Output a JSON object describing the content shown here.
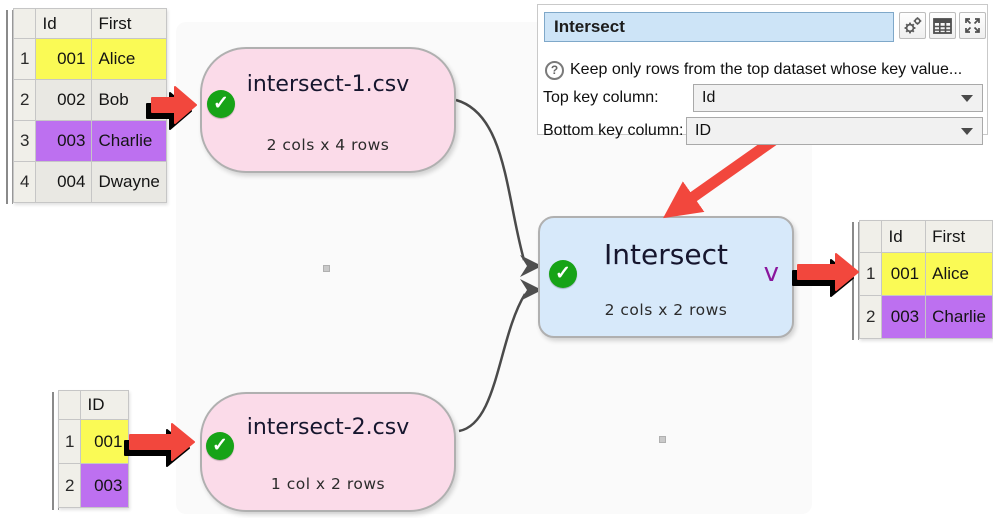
{
  "panel": {
    "title": "Intersect",
    "help_text": "Keep only rows from the top dataset whose key value...",
    "fields": [
      {
        "label": "Top key column:",
        "value": "Id"
      },
      {
        "label": "Bottom key column:",
        "value": "ID"
      }
    ],
    "toolbar_icons": [
      "gear",
      "table",
      "expand"
    ]
  },
  "nodes": {
    "input1": {
      "title": "intersect-1.csv",
      "subtitle": "2 cols x 4 rows",
      "status": "ok"
    },
    "input2": {
      "title": "intersect-2.csv",
      "subtitle": "1 col x 2 rows",
      "status": "ok"
    },
    "transform": {
      "title": "Intersect",
      "subtitle": "2 cols x 2 rows",
      "status": "ok",
      "chevron": "v"
    }
  },
  "tables": {
    "top": {
      "headers": [
        "Id",
        "First"
      ],
      "rows": [
        {
          "num": "1",
          "cells": [
            "001",
            "Alice"
          ],
          "highlight": "yellow"
        },
        {
          "num": "2",
          "cells": [
            "002",
            "Bob"
          ],
          "highlight": "none"
        },
        {
          "num": "3",
          "cells": [
            "003",
            "Charlie"
          ],
          "highlight": "purple"
        },
        {
          "num": "4",
          "cells": [
            "004",
            "Dwayne"
          ],
          "highlight": "none"
        }
      ]
    },
    "bottom": {
      "headers": [
        "ID"
      ],
      "rows": [
        {
          "num": "1",
          "cells": [
            "001"
          ],
          "highlight": "yellow"
        },
        {
          "num": "2",
          "cells": [
            "003"
          ],
          "highlight": "purple"
        }
      ]
    },
    "output": {
      "headers": [
        "Id",
        "First"
      ],
      "rows": [
        {
          "num": "1",
          "cells": [
            "001",
            "Alice"
          ],
          "highlight": "yellow"
        },
        {
          "num": "2",
          "cells": [
            "003",
            "Charlie"
          ],
          "highlight": "purple"
        }
      ]
    }
  },
  "icons": {
    "check": "✓",
    "help": "?"
  },
  "colors": {
    "highlight_yellow": "#fafa55",
    "highlight_purple": "#bd70f0",
    "row_gray": "#e9e8e3",
    "node_pink": "#fbdbe9",
    "node_blue": "#d7e9fa",
    "status_green": "#17a317",
    "arrow_red": "#f2473d",
    "chevron_purple": "#8a169c",
    "canvas_bg": "#fafafa",
    "title_field_blue": "#cde4f7"
  }
}
